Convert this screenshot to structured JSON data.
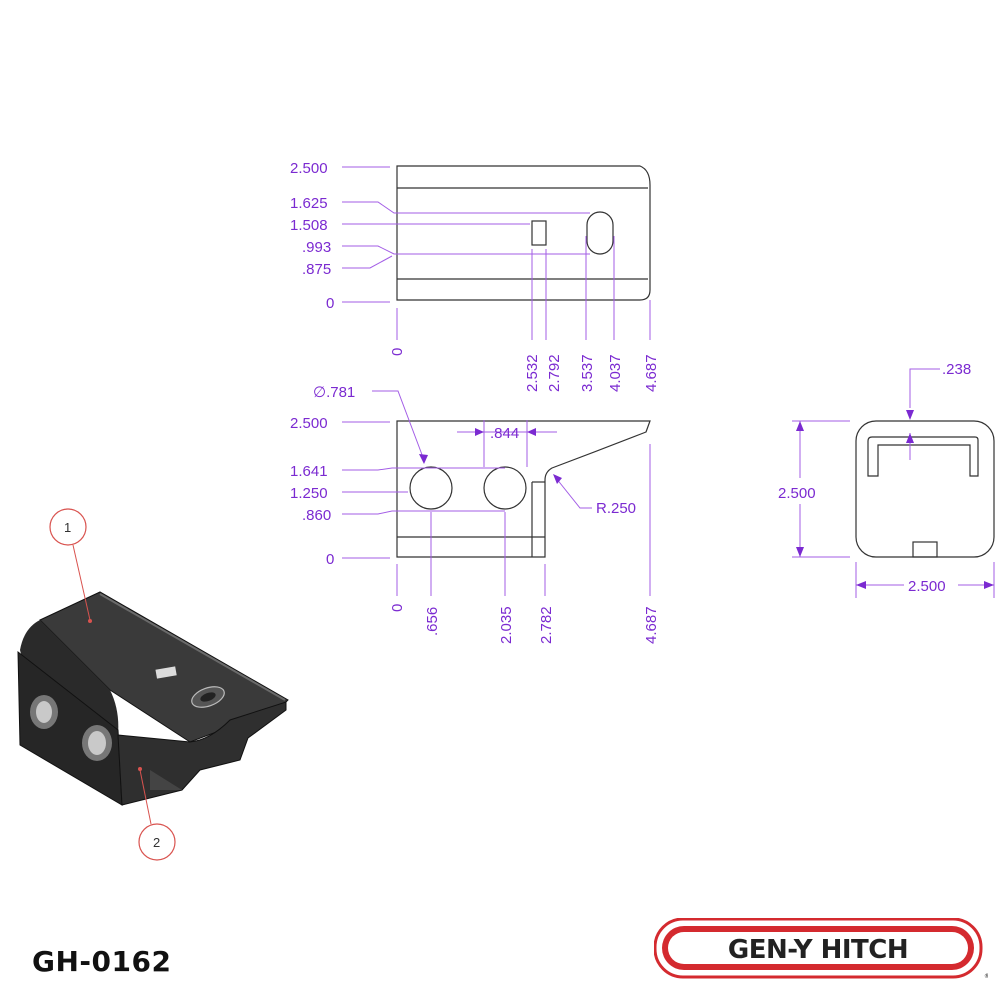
{
  "top_view": {
    "y_labels": [
      "2.500",
      "1.625",
      "1.508",
      ".993",
      ".875",
      "0"
    ],
    "x_labels": [
      "0",
      "2.532",
      "2.792",
      "3.537",
      "4.037",
      "4.687"
    ]
  },
  "side_view": {
    "hole_diameter": "∅.781",
    "hole_spacing": ".844",
    "y_labels": [
      "2.500",
      "1.641",
      "1.250",
      ".860",
      "0"
    ],
    "x_labels": [
      "0",
      ".656",
      "2.035",
      "2.782",
      "4.687"
    ],
    "radius": "R.250"
  },
  "end_view": {
    "wall": ".238",
    "height": "2.500",
    "width": "2.500"
  },
  "balloons": [
    "1",
    "2"
  ],
  "part_number": "GH-0162",
  "brand": {
    "logo_text": "GEN-Y HITCH",
    "colors": {
      "red": "#d42a2f",
      "dark": "#222222"
    }
  }
}
